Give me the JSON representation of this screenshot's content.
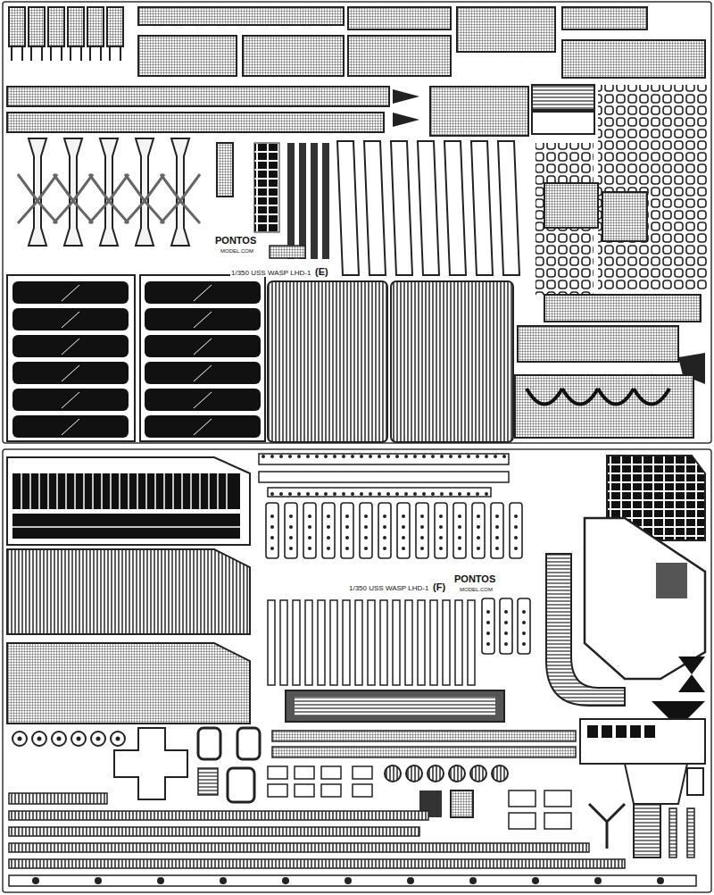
{
  "diagram": {
    "labels": [
      "1/350 USS WASP LHD-1",
      "(E)",
      "PONTOS",
      "MODEL.COM",
      "1/350 USS WASP LHD-1",
      "(F)",
      "PONTOS",
      "MODEL.COM"
    ]
  }
}
